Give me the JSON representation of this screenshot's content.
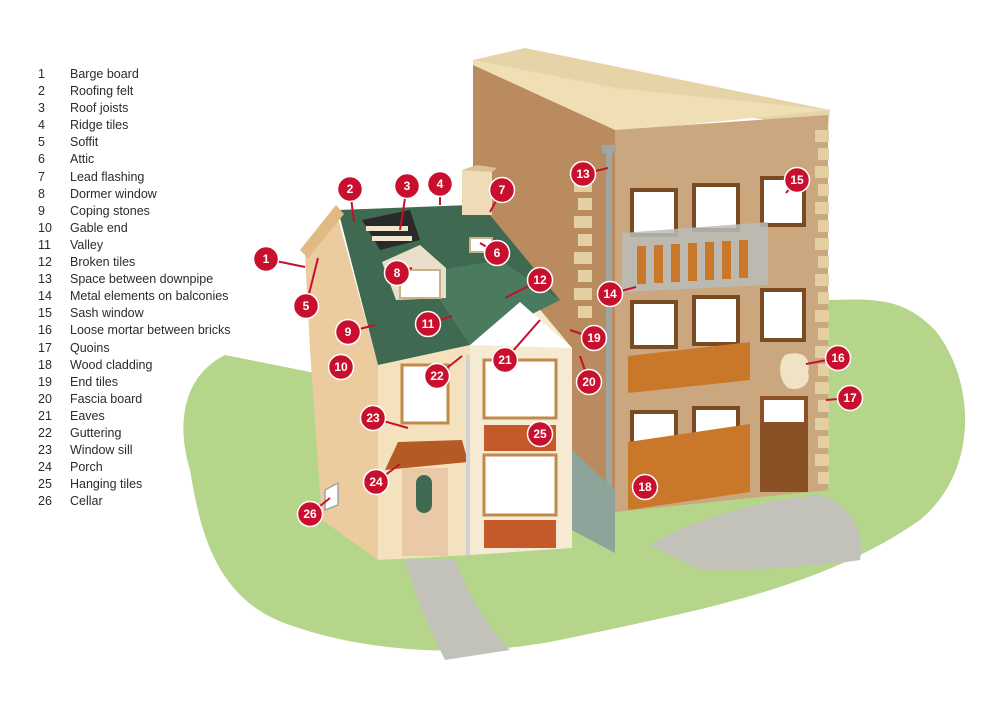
{
  "legend": [
    {
      "num": "1",
      "label": "Barge board"
    },
    {
      "num": "2",
      "label": "Roofing felt"
    },
    {
      "num": "3",
      "label": "Roof joists"
    },
    {
      "num": "4",
      "label": "Ridge tiles"
    },
    {
      "num": "5",
      "label": "Soffit"
    },
    {
      "num": "6",
      "label": "Attic"
    },
    {
      "num": "7",
      "label": "Lead flashing"
    },
    {
      "num": "8",
      "label": "Dormer window"
    },
    {
      "num": "9",
      "label": "Coping stones"
    },
    {
      "num": "10",
      "label": "Gable end"
    },
    {
      "num": "11",
      "label": "Valley"
    },
    {
      "num": "12",
      "label": "Broken tiles"
    },
    {
      "num": "13",
      "label": "Space between downpipe"
    },
    {
      "num": "14",
      "label": "Metal elements on balconies"
    },
    {
      "num": "15",
      "label": "Sash window"
    },
    {
      "num": "16",
      "label": "Loose mortar between bricks"
    },
    {
      "num": "17",
      "label": "Quoins"
    },
    {
      "num": "18",
      "label": "Wood cladding"
    },
    {
      "num": "19",
      "label": "End tiles"
    },
    {
      "num": "20",
      "label": "Fascia board"
    },
    {
      "num": "21",
      "label": "Eaves"
    },
    {
      "num": "22",
      "label": "Guttering"
    },
    {
      "num": "23",
      "label": "Window sill"
    },
    {
      "num": "24",
      "label": "Porch"
    },
    {
      "num": "25",
      "label": "Hanging tiles"
    },
    {
      "num": "26",
      "label": "Cellar"
    }
  ],
  "colors": {
    "marker": "#c8102e",
    "grass": "#b5d58a",
    "roof": "#3f6a51",
    "render_wall": "#f1dcb4",
    "block_wall": "#caa77e",
    "wood": "#c9782a",
    "path": "#c2c2bb"
  }
}
